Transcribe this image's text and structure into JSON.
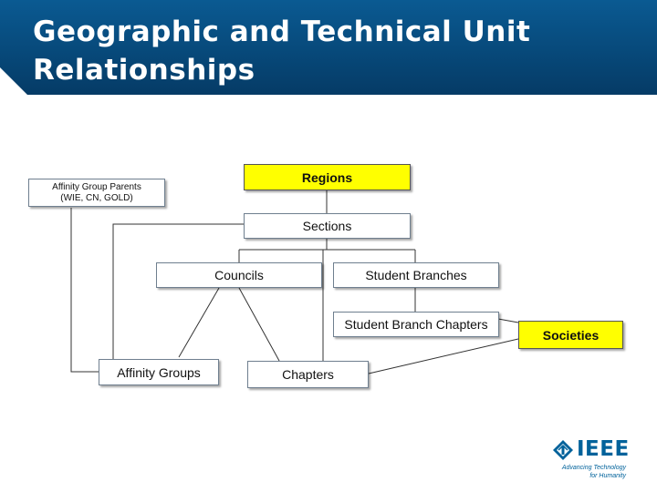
{
  "slide": {
    "title": "Geographic and Technical Unit Relationships"
  },
  "diagram": {
    "nodes": {
      "regions": "Regions",
      "sections": "Sections",
      "councils": "Councils",
      "student_branches": "Student Branches",
      "student_branch_chapters": "Student Branch Chapters",
      "societies": "Societies",
      "affinity_groups": "Affinity Groups",
      "chapters": "Chapters",
      "affinity_group_parents_line1": "Affinity Group Parents",
      "affinity_group_parents_line2": "(WIE, CN, GOLD)"
    },
    "highlight_color": "#ffff00"
  },
  "logo": {
    "name": "IEEE",
    "tagline_line1": "Advancing Technology",
    "tagline_line2": "for Humanity",
    "icon": "ieee-diamond-icon",
    "color": "#00629b"
  },
  "theme": {
    "header_color": "#07497a"
  }
}
